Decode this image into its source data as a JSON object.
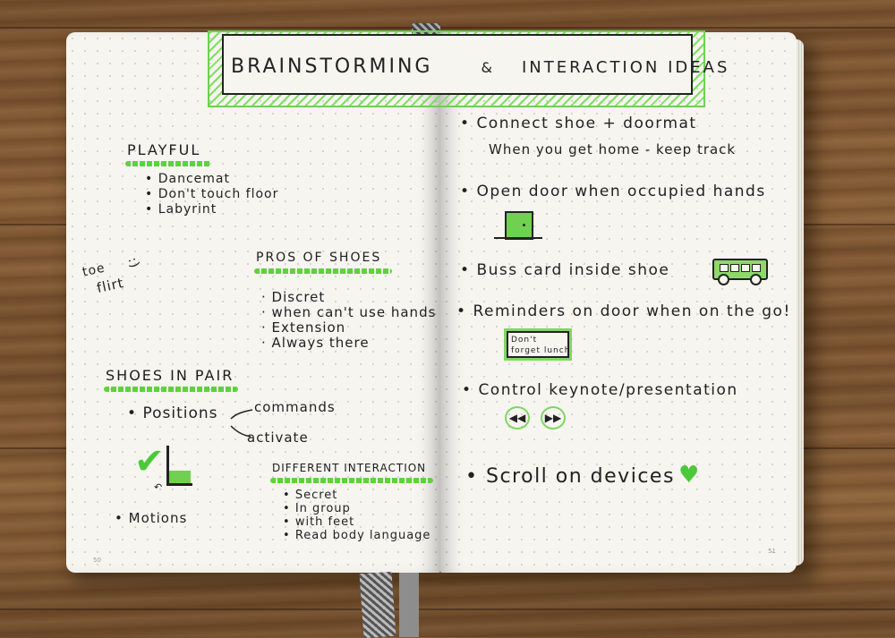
{
  "title": {
    "part1": "BRAINSTORMING",
    "amp": "&",
    "part2": "INTERACTION IDEAS"
  },
  "left_page": {
    "playful": {
      "heading": "PLAYFUL",
      "items": [
        "Dancemat",
        "Don't touch floor",
        "Labyrint"
      ]
    },
    "toe_flirt": {
      "line1": "toe",
      "line2": "flirt"
    },
    "pros": {
      "heading": "PROS OF SHOES",
      "items": [
        "Discret",
        "when can't use hands",
        "Extension",
        "Always there"
      ]
    },
    "pair": {
      "heading": "SHOES IN PAIR",
      "positions": "Positions",
      "commands": "commands",
      "activate": "activate",
      "motions": "Motions"
    },
    "different": {
      "heading": "DIFFERENT INTERACTION",
      "items": [
        "Secret",
        "In group",
        "with feet",
        "Read body language"
      ]
    },
    "page_number": "50"
  },
  "right_page": {
    "items": [
      {
        "line1": "Connect shoe + doormat",
        "line2": "When you get home  - keep track"
      },
      {
        "line1": "Open door when occupied hands"
      },
      {
        "line1": "Buss card inside shoe"
      },
      {
        "line1": "Reminders on door when on the go!"
      },
      {
        "line1": "Control keynote/presentation"
      },
      {
        "line1": "Scroll on devices"
      }
    ],
    "note": {
      "line1": "Don't",
      "line2": "forget lunch"
    },
    "page_number": "51"
  },
  "icons": {
    "rewind": "rewind-icon",
    "forward": "fast-forward-icon",
    "heart": "heart-icon",
    "bus": "bus-icon",
    "door": "door-icon",
    "check": "checkmark-icon"
  },
  "colors": {
    "highlighter": "#6fd14f",
    "ink": "#222222",
    "paper": "#f6f5f0",
    "wood": "#7b5431"
  }
}
